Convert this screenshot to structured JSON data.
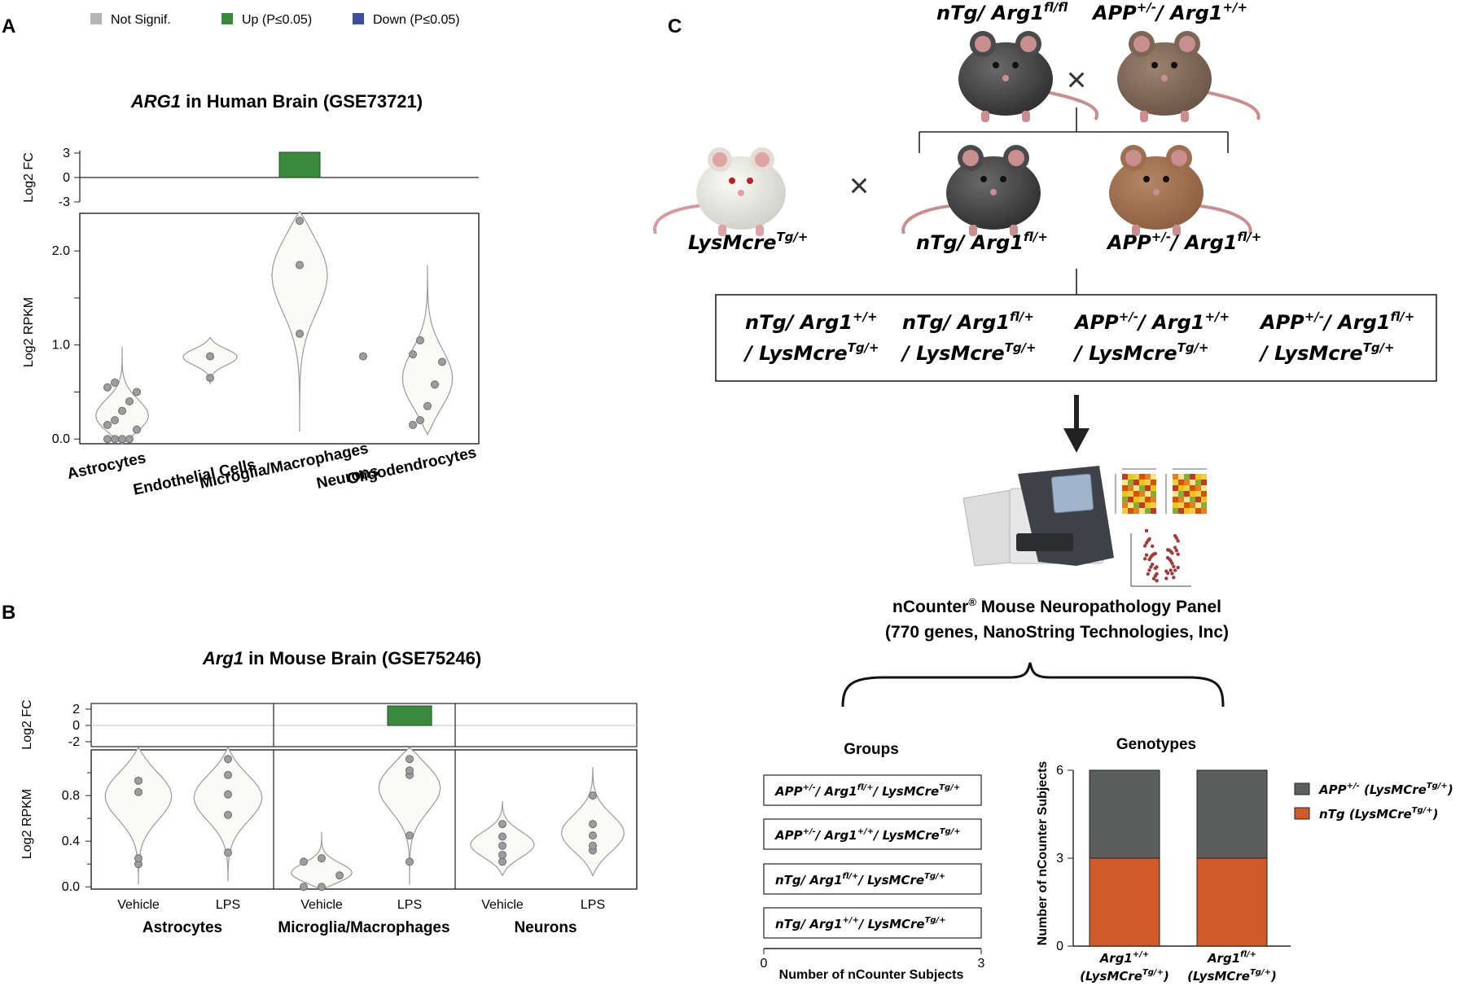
{
  "panels": {
    "a": "A",
    "b": "B",
    "c": "C"
  },
  "legend_a": [
    {
      "label": "Not Signif.",
      "color": "#b5b5b5"
    },
    {
      "label": "Up (P≤0.05)",
      "color": "#3a8a3e"
    },
    {
      "label": "Down (P≤0.05)",
      "color": "#3b4fa0"
    }
  ],
  "colors": {
    "up": "#3a8a3e",
    "violin_fill": "#fafaf7",
    "violin_stroke": "#9a9a9a",
    "dot": "#9d9d9d",
    "app": "#5b5e5c",
    "ntg": "#d15a2a"
  },
  "panel_c": {
    "parents": [
      "nTg/ Arg1",
      "APP",
      "/ Arg1"
    ],
    "cross": "×",
    "lysmcre": "LysMcre",
    "f1_left": "nTg/ Arg1",
    "f1_right_a": "APP",
    "f1_right_b": "/ Arg1",
    "sup": {
      "flfl": "fl/fl",
      "pm": "+/-",
      "pp": "+/+",
      "flp": "fl/+",
      "tg": "Tg/+"
    },
    "f2_line2": "/ LysMcre",
    "f2_groups": [
      {
        "top_a": "nTg/ Arg1",
        "top_sup": "+/+"
      },
      {
        "top_a": "nTg/ Arg1",
        "top_sup": "fl/+"
      },
      {
        "top_a": "APP",
        "top_sup": "+/+"
      },
      {
        "top_a": "APP",
        "top_sup": "fl/+"
      }
    ],
    "panel_name": "nCounter",
    "panel_name_reg": "®",
    "panel_name_rest": " Mouse Neuropathology Panel",
    "panel_detail": "(770 genes, NanoString Technologies, Inc)",
    "groups_title": "Groups",
    "groups_xlabel": "Number of nCounter Subjects",
    "groups_ticks": [
      "0",
      "3"
    ],
    "groups_rows": [
      {
        "a": "APP",
        "s1": "+/-",
        "b": "/ Arg1",
        "s2": "fl/+",
        "c": "/ LysMCre",
        "s3": "Tg/+"
      },
      {
        "a": "APP",
        "s1": "+/-",
        "b": "/ Arg1",
        "s2": "+/+",
        "c": "/ LysMCre",
        "s3": "Tg/+"
      },
      {
        "a": "nTg/ Arg1",
        "s1": "",
        "b": "",
        "s2": "fl/+",
        "c": "/ LysMCre",
        "s3": "Tg/+"
      },
      {
        "a": "nTg/ Arg1",
        "s1": "",
        "b": "",
        "s2": "+/+",
        "c": "/ LysMCre",
        "s3": "Tg/+"
      }
    ],
    "genotypes_title": "Genotypes",
    "genotypes_ylabel": "Number of nCounter Subjects",
    "genotypes_legend": [
      {
        "a": "APP",
        "sup": "+/-",
        "b": " (LysMCre",
        "sup2": "Tg/+",
        "c": ")"
      },
      {
        "a": "nTg (LysMCre",
        "sup": "",
        "b": "",
        "sup2": "Tg/+",
        "c": ")"
      }
    ]
  },
  "chart_data": [
    {
      "type": "violin",
      "title_gene": "ARG1",
      "title_rest": " in Human Brain (GSE73721)",
      "fc_ylabel": "Log2 FC",
      "fc_ticks": [
        3,
        0,
        -3
      ],
      "fc_values": [
        0,
        0,
        3.1,
        0,
        0
      ],
      "fc_significance": [
        "Not Signif.",
        "Not Signif.",
        "Up",
        "Not Signif.",
        "Not Signif."
      ],
      "ylabel": "Log2 RPKM",
      "yticks": [
        0.0,
        1.0,
        2.0
      ],
      "ytick_labels": [
        "0.0",
        "1.0",
        "2.0"
      ],
      "ylim": [
        -0.05,
        2.4
      ],
      "categories": [
        "Astrocytes",
        "Endothelial Cells",
        "Microglia/Macrophages",
        "Neurons",
        "Oligodendrocytes"
      ],
      "points": [
        [
          0.0,
          0.0,
          0.0,
          0.0,
          0.1,
          0.15,
          0.2,
          0.3,
          0.4,
          0.5,
          0.55,
          0.6
        ],
        [
          0.65,
          0.88
        ],
        [
          1.12,
          1.85,
          2.32
        ],
        [
          0.88
        ],
        [
          0.15,
          0.2,
          0.35,
          0.58,
          0.82,
          0.9,
          1.05
        ]
      ],
      "violin_range": [
        [
          -0.05,
          0.98
        ],
        [
          0.58,
          1.08
        ],
        [
          0.08,
          2.42
        ],
        [
          null,
          null
        ],
        [
          0.05,
          1.85
        ]
      ]
    },
    {
      "type": "violin",
      "title_gene": "Arg1",
      "title_rest": " in Mouse Brain (GSE75246)",
      "fc_ylabel": "Log2 FC",
      "fc_ticks": [
        2,
        0,
        -2
      ],
      "fc_values": [
        0,
        0,
        0,
        2.4,
        0,
        0
      ],
      "fc_significance": [
        "Not Signif.",
        "Not Signif.",
        "Not Signif.",
        "Up",
        "Not Signif.",
        "Not Signif."
      ],
      "ylabel": "Log2 RPKM",
      "yticks": [
        0.0,
        0.4,
        0.8
      ],
      "ytick_labels": [
        "0.0",
        "0.4",
        "0.8"
      ],
      "ylim": [
        -0.02,
        1.2
      ],
      "groups": [
        "Astrocytes",
        "Microglia/Macrophages",
        "Neurons"
      ],
      "conditions": [
        "Vehicle",
        "LPS",
        "Vehicle",
        "LPS",
        "Vehicle",
        "LPS"
      ],
      "points": [
        [
          0.2,
          0.25,
          0.83,
          0.93
        ],
        [
          0.3,
          0.63,
          0.81,
          0.98,
          1.12
        ],
        [
          0.0,
          0.0,
          0.1,
          0.22,
          0.25
        ],
        [
          0.22,
          0.45,
          0.98,
          1.02,
          1.12
        ],
        [
          0.22,
          0.28,
          0.36,
          0.44,
          0.55
        ],
        [
          0.32,
          0.36,
          0.45,
          0.55,
          0.8
        ]
      ],
      "violin_range": [
        [
          0.02,
          1.22
        ],
        [
          0.05,
          1.22
        ],
        [
          -0.02,
          0.48
        ],
        [
          0.02,
          1.22
        ],
        [
          0.1,
          0.75
        ],
        [
          0.1,
          1.05
        ]
      ]
    },
    {
      "type": "bar",
      "orientation": "horizontal",
      "title": "Groups",
      "xlabel": "Number of nCounter Subjects",
      "xlim": [
        0,
        3
      ],
      "xticks": [
        0,
        3
      ],
      "categories": [
        "APP+/-/ Arg1fl/+/ LysMCreTg/+",
        "APP+/-/ Arg1+/+/ LysMCreTg/+",
        "nTg/ Arg1fl/+/ LysMCreTg/+",
        "nTg/ Arg1+/+/ LysMCreTg/+"
      ],
      "values": [
        3,
        3,
        3,
        3
      ]
    },
    {
      "type": "bar",
      "stacked": true,
      "title": "Genotypes",
      "ylabel": "Number of nCounter Subjects",
      "ylim": [
        0,
        6
      ],
      "yticks": [
        0,
        3,
        6
      ],
      "ytick_labels": [
        "0",
        "3",
        "6"
      ],
      "categories": [
        {
          "a": "Arg1",
          "sup": "+/+",
          "b": "(LysMCre",
          "sup2": "Tg/+",
          "c": ")"
        },
        {
          "a": "Arg1",
          "sup": "fl/+",
          "b": "(LysMCre",
          "sup2": "Tg/+",
          "c": ")"
        }
      ],
      "series": [
        {
          "name": "nTg (LysMCreTg/+)",
          "values": [
            3,
            3
          ]
        },
        {
          "name": "APP+/- (LysMCreTg/+)",
          "values": [
            3,
            3
          ]
        }
      ]
    }
  ]
}
